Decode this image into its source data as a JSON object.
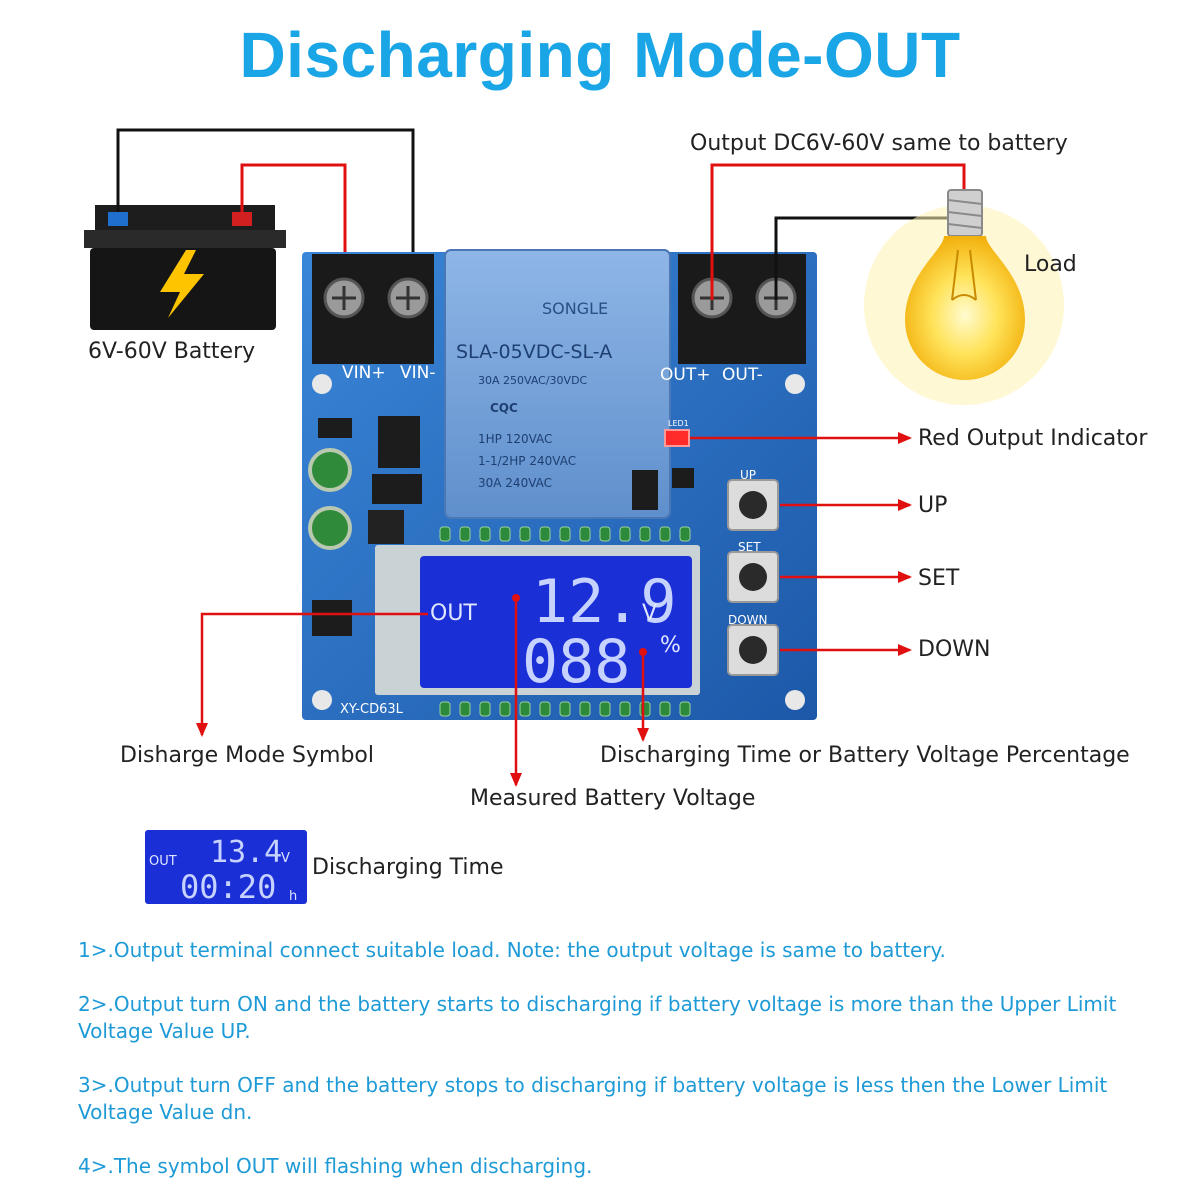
{
  "title": "Discharging Mode-OUT",
  "labels": {
    "battery": "6V-60V Battery",
    "output": "Output DC6V-60V same to battery",
    "load": "Load",
    "red_indicator": "Red Output Indicator",
    "up": "UP",
    "set": "SET",
    "down": "DOWN",
    "mode_symbol": "Disharge Mode Symbol",
    "percentage": "Discharging Time or Battery Voltage Percentage",
    "measured_voltage": "Measured Battery Voltage",
    "discharging_time": "Discharging Time"
  },
  "board": {
    "vin_plus": "VIN+",
    "vin_minus": "VIN-",
    "out_plus": "OUT+",
    "out_minus": "OUT-",
    "model": "XY-CD63L",
    "btn_up": "UP",
    "btn_set": "SET",
    "btn_down": "DOWN",
    "led_label": "LED1",
    "relay": {
      "brand": "SONGLE",
      "model": "SLA-05VDC-SL-A",
      "rating1": "30A  250VAC/30VDC",
      "cert": "CQC",
      "rating2": "1HP 120VAC",
      "rating3": "1-1/2HP 240VAC",
      "rating4": "30A 240VAC"
    }
  },
  "lcd_main": {
    "mode": "OUT",
    "voltage": "12.9",
    "voltage_unit": "V",
    "percent": "088",
    "percent_unit": "%"
  },
  "lcd_small": {
    "mode": "OUT",
    "voltage": "13.4",
    "voltage_unit": "V",
    "time": "00:20",
    "time_unit": "h"
  },
  "notes": [
    "1>.Output terminal connect suitable load. Note: the output voltage is same to battery.",
    "2>.Output turn ON and the battery starts to discharging if battery voltage is more than the Upper Limit Voltage Value UP.",
    "3>.Output turn OFF and the battery stops to discharging if battery voltage is less then the Lower Limit Voltage Value dn.",
    "4>.The symbol OUT will flashing when discharging."
  ],
  "colors": {
    "title": "#1aa5e6",
    "note": "#1e9ad6",
    "arrow": "#e01010",
    "lcd": "#1b2fd6",
    "pcb": "#2a6cc0"
  }
}
